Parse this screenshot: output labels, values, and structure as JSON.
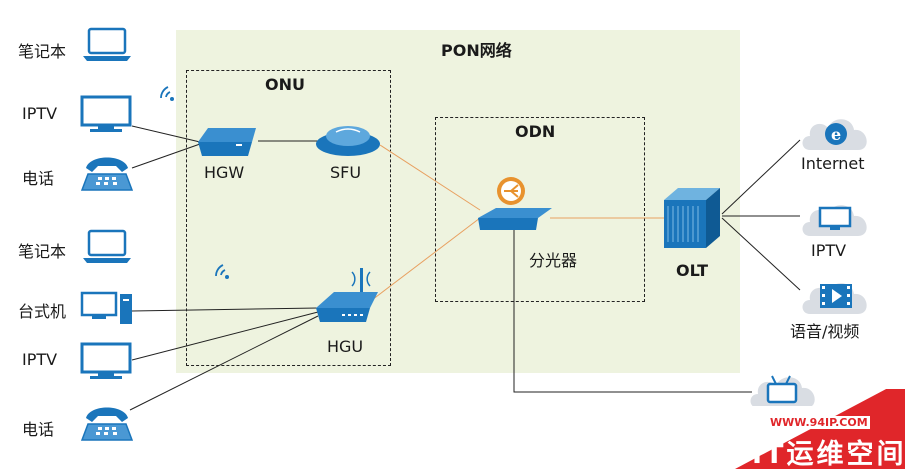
{
  "title": "PON网络",
  "onu_label": "ONU",
  "odn_label": "ODN",
  "terminals_top": {
    "laptop": "笔记本",
    "iptv": "IPTV",
    "phone": "电话"
  },
  "terminals_bottom": {
    "laptop": "笔记本",
    "desktop": "台式机",
    "iptv": "IPTV",
    "phone": "电话"
  },
  "devices": {
    "hgw": "HGW",
    "sfu": "SFU",
    "hgu": "HGU",
    "splitter": "分光器",
    "olt": "OLT"
  },
  "services": {
    "internet": "Internet",
    "iptv": "IPTV",
    "voice_video": "语音/视频"
  },
  "watermark": {
    "url": "WWW.94IP.COM",
    "brand": "IT运维空间"
  },
  "colors": {
    "pon_area_bg": "#eef3df",
    "fiber_line": "#e8a060",
    "device_blue": "#1a75bb",
    "cloud_gray": "#d9dde3",
    "watermark_red": "#e0262a"
  }
}
